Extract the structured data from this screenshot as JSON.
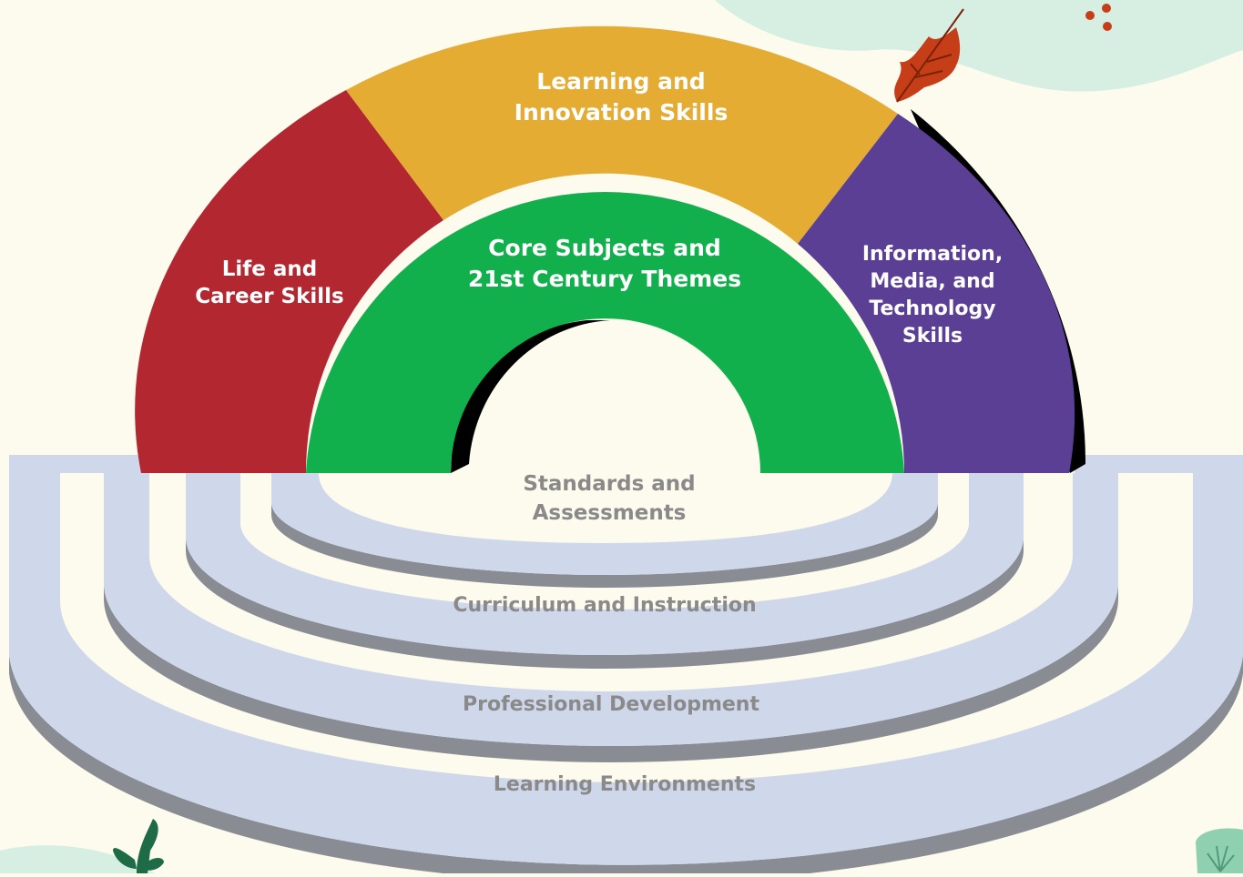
{
  "colors": {
    "background": "#fdfaee",
    "life_career": "#b22730",
    "learning_innovation": "#e4ac33",
    "info_media_tech": "#5b3f95",
    "core": "#12b04c",
    "ring_fill": "#cfd8ea",
    "ring_edge": "#898d93",
    "label_gray": "#8a8a8a",
    "label_white": "#ffffff",
    "blob": "#d7eee3",
    "leaf_orange": "#c63e17",
    "leaf_green": "#1d6b47"
  },
  "arch": {
    "life_career": {
      "line1": "Life and",
      "line2": "Career Skills"
    },
    "learning_innovation": {
      "line1": "Learning and",
      "line2": "Innovation Skills"
    },
    "info_media_tech": {
      "line1": "Information,",
      "line2": "Media, and",
      "line3": "Technology",
      "line4": "Skills"
    },
    "core": {
      "line1": "Core Subjects and",
      "line2": "21st Century Themes"
    }
  },
  "support_systems": {
    "standards": {
      "line1": "Standards and",
      "line2": "Assessments"
    },
    "curriculum": "Curriculum and Instruction",
    "professional": "Professional Development",
    "environments": "Learning Environments"
  },
  "decorations": [
    "leaf-icon",
    "sprout-icon",
    "dots-icon",
    "plant-icon"
  ]
}
